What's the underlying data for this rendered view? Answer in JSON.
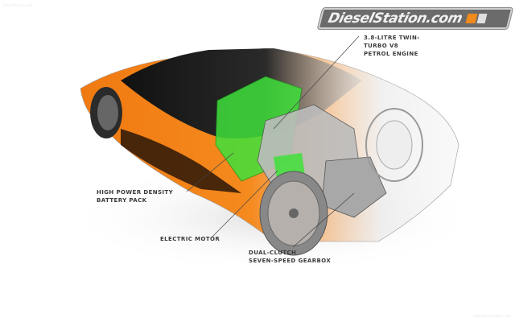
{
  "logo": {
    "text": "DieselStation.com"
  },
  "watermarks": {
    "top_left": "DieselStation.com",
    "bottom_right": "www.DieselStation.com"
  },
  "callouts": {
    "engine": [
      "3.8-LITRE TWIN-",
      "TURBO V8",
      "PETROL ENGINE"
    ],
    "battery": [
      "HIGH POWER DENSITY",
      "BATTERY PACK"
    ],
    "motor": [
      "ELECTRIC MOTOR"
    ],
    "gearbox": [
      "DUAL-CLUTCH",
      "SEVEN-SPEED GEARBOX"
    ]
  },
  "colors": {
    "body": "#f07a12",
    "roof": "#1a1a1a",
    "battery": "#3fe03a",
    "cutaway": "#e6e6e6",
    "text": "#3a3a3a"
  }
}
